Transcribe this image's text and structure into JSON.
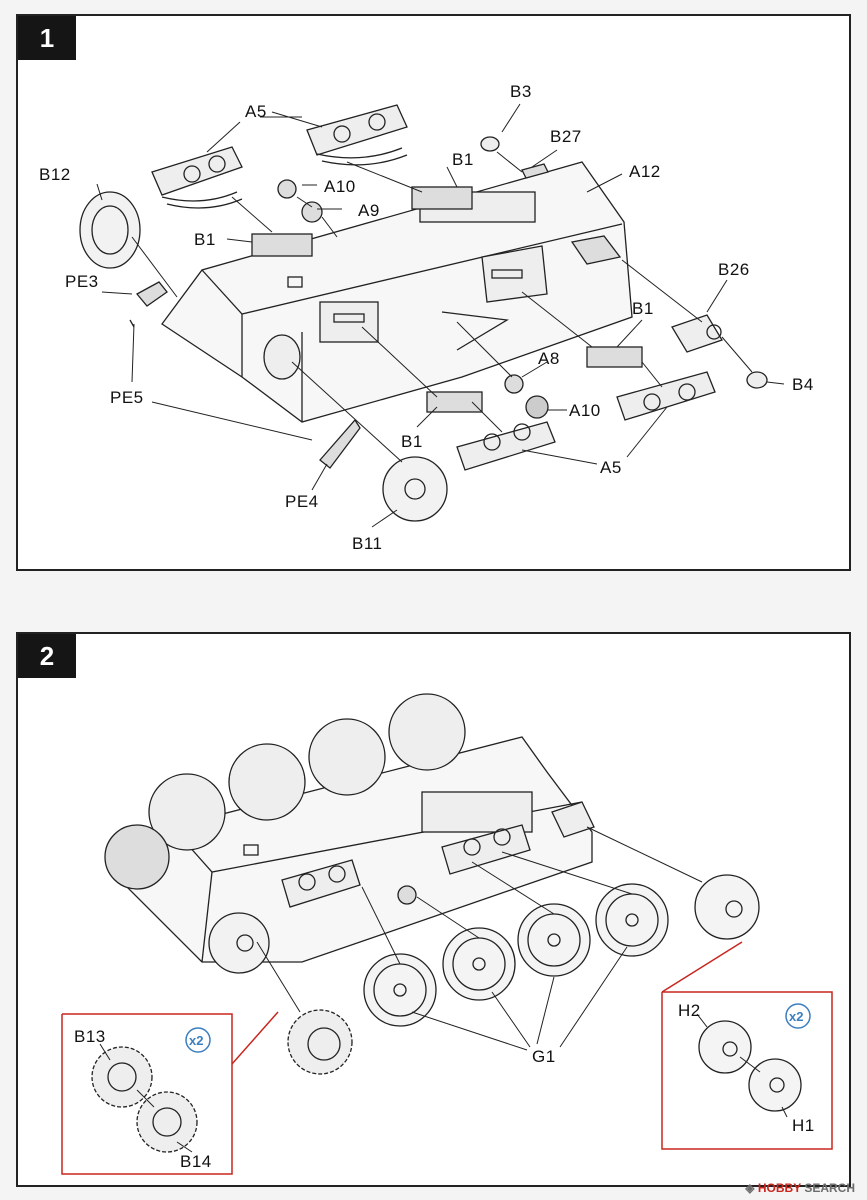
{
  "step1": {
    "number": "1",
    "labels": {
      "a5_top": "A5",
      "b3": "B3",
      "b27": "B27",
      "b1_top": "B1",
      "a12": "A12",
      "b12": "B12",
      "a10_top": "A10",
      "a9": "A9",
      "b1_left": "B1",
      "b26": "B26",
      "pe3": "PE3",
      "b1_right": "B1",
      "a8": "A8",
      "b4": "B4",
      "pe5": "PE5",
      "a10_bottom": "A10",
      "b1_bottom": "B1",
      "a5_bottom": "A5",
      "pe4": "PE4",
      "b11": "B11"
    }
  },
  "step2": {
    "number": "2",
    "labels": {
      "b13": "B13",
      "b14": "B14",
      "g1": "G1",
      "h1": "H1",
      "h2": "H2"
    },
    "callout_left": {
      "quantity": "x2"
    },
    "callout_right": {
      "quantity": "x2"
    },
    "callout_color": "#c8261e",
    "quantity_color": "#3b7fc0"
  },
  "watermark": {
    "brand": "HOBBY",
    "suffix": " SEARCH",
    "icon": "hobby-search-logo-icon"
  }
}
